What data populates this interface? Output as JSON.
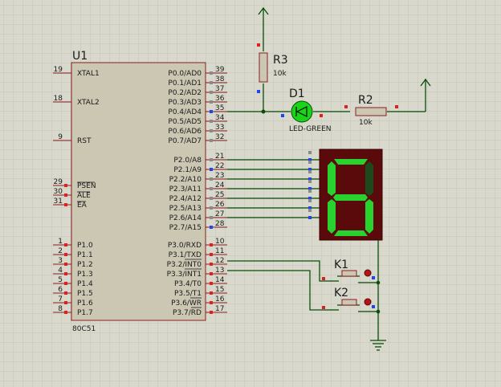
{
  "colors": {
    "background": "#d8d8cc",
    "grid": "#c3c3b6",
    "chip_body": "#cbc7b3",
    "chip_border": "#8b1e1e",
    "wire": "#0b4d0b",
    "power": "#0b4d0b",
    "pin_red": "#e02020",
    "pin_blue": "#2244ee",
    "pin_gray": "#8a8a8a",
    "seg_on": "#29d32f",
    "seg_off": "#1c4a1c",
    "display_body": "#5a0a0a",
    "led_green": "#19d419"
  },
  "chip": {
    "ref": "U1",
    "part": "80C51",
    "left_pins": [
      {
        "num": "19",
        "label": "XTAL1"
      },
      {
        "num": "18",
        "label": "XTAL2"
      },
      {
        "num": "9",
        "label": "RST"
      },
      {
        "num": "29",
        "label": "PSEN"
      },
      {
        "num": "30",
        "label": "ALE"
      },
      {
        "num": "31",
        "label": "EA"
      },
      {
        "num": "1",
        "label": "P1.0"
      },
      {
        "num": "2",
        "label": "P1.1"
      },
      {
        "num": "3",
        "label": "P1.2"
      },
      {
        "num": "4",
        "label": "P1.3"
      },
      {
        "num": "5",
        "label": "P1.4"
      },
      {
        "num": "6",
        "label": "P1.5"
      },
      {
        "num": "7",
        "label": "P1.6"
      },
      {
        "num": "8",
        "label": "P1.7"
      }
    ],
    "right_pins": [
      {
        "num": "39",
        "label": "P0.0/AD0"
      },
      {
        "num": "38",
        "label": "P0.1/AD1"
      },
      {
        "num": "37",
        "label": "P0.2/AD2"
      },
      {
        "num": "36",
        "label": "P0.3/AD3"
      },
      {
        "num": "35",
        "label": "P0.4/AD4"
      },
      {
        "num": "34",
        "label": "P0.5/AD5"
      },
      {
        "num": "33",
        "label": "P0.6/AD6"
      },
      {
        "num": "32",
        "label": "P0.7/AD7"
      },
      {
        "num": "21",
        "label": "P2.0/A8"
      },
      {
        "num": "22",
        "label": "P2.1/A9"
      },
      {
        "num": "23",
        "label": "P2.2/A10"
      },
      {
        "num": "24",
        "label": "P2.3/A11"
      },
      {
        "num": "25",
        "label": "P2.4/A12"
      },
      {
        "num": "26",
        "label": "P2.5/A13"
      },
      {
        "num": "27",
        "label": "P2.6/A14"
      },
      {
        "num": "28",
        "label": "P2.7/A15"
      },
      {
        "num": "10",
        "label": "P3.0/RXD"
      },
      {
        "num": "11",
        "label": "P3.1/TXD"
      },
      {
        "num": "12",
        "label": "P3.2/INT0"
      },
      {
        "num": "13",
        "label": "P3.3/INT1"
      },
      {
        "num": "14",
        "label": "P3.4/T0"
      },
      {
        "num": "15",
        "label": "P3.5/T1"
      },
      {
        "num": "16",
        "label": "P3.6/WR"
      },
      {
        "num": "17",
        "label": "P3.7/RD"
      }
    ]
  },
  "r3": {
    "ref": "R3",
    "value": "10k"
  },
  "r2": {
    "ref": "R2",
    "value": "10k"
  },
  "d1": {
    "ref": "D1",
    "value": "LED-GREEN"
  },
  "k1": {
    "ref": "K1"
  },
  "k2": {
    "ref": "K2"
  },
  "display": {
    "digit": "6",
    "segments_on": [
      "a",
      "c",
      "d",
      "e",
      "f",
      "g"
    ]
  }
}
